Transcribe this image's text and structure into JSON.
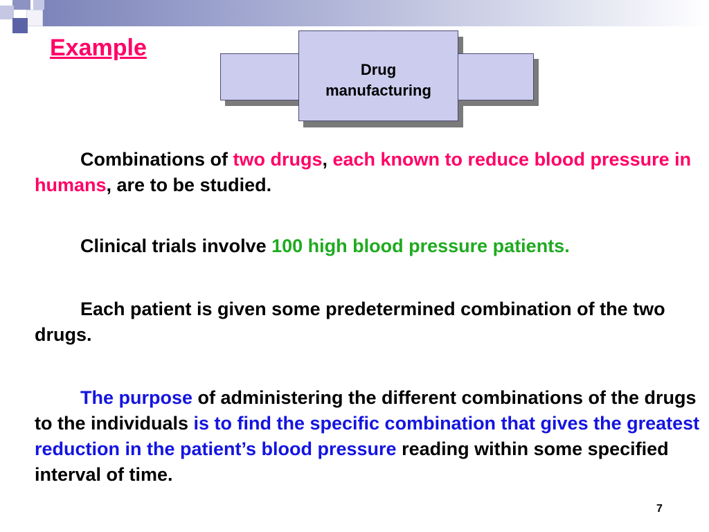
{
  "slide": {
    "title": "Example",
    "box_line1": "Drug",
    "box_line2": "manufacturing",
    "p1": {
      "t1": "Combinations of ",
      "t2": "two drugs",
      "t3": ", ",
      "t4": "each known to reduce blood pressure in humans",
      "t5": ", are to be studied."
    },
    "p2": {
      "t1": "Clinical trials involve ",
      "t2": "100 high blood pressure patients."
    },
    "p3": {
      "t1": "Each patient is given some predetermined combination of the two drugs."
    },
    "p4": {
      "t1": "The purpose",
      "t2": " of administering the different combinations of the drugs to the individuals ",
      "t3": "is to find the specific combination that gives the greatest reduction in the patient’s blood pressure",
      "t4": " reading within some specified interval of time."
    },
    "page_number": "7"
  },
  "colors": {
    "title": "#ff0066",
    "highlight_pink": "#ff0066",
    "highlight_green": "#1faa1f",
    "highlight_blue": "#1414e0",
    "box_fill": "#ccccee"
  }
}
